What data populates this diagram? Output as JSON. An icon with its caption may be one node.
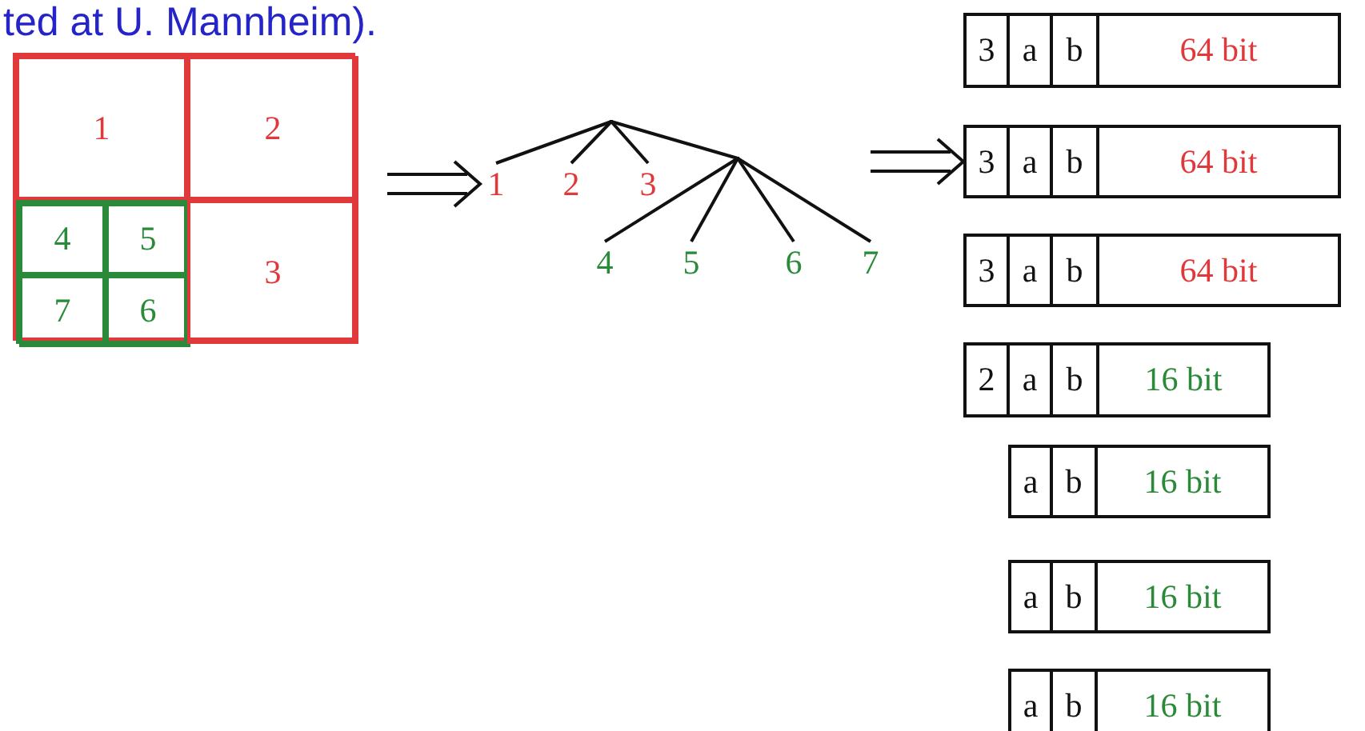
{
  "diagram": {
    "nodes": [
      {
        "text": [],
        "shape": "box"
      },
      {
        "text": [
          "1"
        ],
        "in": 0
      },
      {
        "text": [
          "2"
        ],
        "in": 0
      },
      {
        "text": [],
        "shape": "box",
        "in": 0
      },
      {
        "text": [
          "4"
        ],
        "in": 3
      },
      {
        "text": [
          "5"
        ],
        "in": 3
      },
      {
        "text": [
          "7"
        ],
        "in": 3
      },
      {
        "text": [
          "6"
        ],
        "in": 3
      },
      {
        "text": [
          "3"
        ],
        "in": 0
      },
      {
        "text": [],
        "shape": "point"
      },
      {
        "text": [
          "1"
        ]
      },
      {
        "text": [
          "2"
        ]
      },
      {
        "text": [
          "3"
        ]
      },
      {
        "text": [],
        "shape": "point"
      },
      {
        "text": [
          "4"
        ]
      },
      {
        "text": [
          "5"
        ]
      },
      {
        "text": [
          "6"
        ]
      },
      {
        "text": [
          "7"
        ]
      },
      {
        "text": [
          "3",
          "a",
          "b",
          "64 bit"
        ]
      },
      {
        "text": [
          "3",
          "a",
          "b",
          "64 bit"
        ]
      },
      {
        "text": [
          "3",
          "a",
          "b",
          "64 bit"
        ]
      },
      {
        "text": [
          "2",
          "a",
          "b",
          "16 bit"
        ]
      },
      {
        "text": [
          "a",
          "b",
          "16 bit"
        ]
      },
      {
        "text": [
          "a",
          "b",
          "16 bit"
        ]
      },
      {
        "text": [
          "a",
          "b",
          "16 bit"
        ]
      }
    ],
    "edges": [
      {
        "from": 0,
        "to": 10,
        "arrow": "to"
      },
      {
        "from": 9,
        "to": 10,
        "arrow": "none"
      },
      {
        "from": 9,
        "to": 11,
        "arrow": "none"
      },
      {
        "from": 9,
        "to": 12,
        "arrow": "none"
      },
      {
        "from": 9,
        "to": 13,
        "arrow": "none"
      },
      {
        "from": 13,
        "to": 14,
        "arrow": "none"
      },
      {
        "from": 13,
        "to": 15,
        "arrow": "none"
      },
      {
        "from": 13,
        "to": 16,
        "arrow": "none"
      },
      {
        "from": 13,
        "to": 17,
        "arrow": "none"
      },
      {
        "from": null,
        "to": 19,
        "arrow": "to"
      }
    ],
    "labels": [
      "ted at U. Mannheim)."
    ]
  }
}
